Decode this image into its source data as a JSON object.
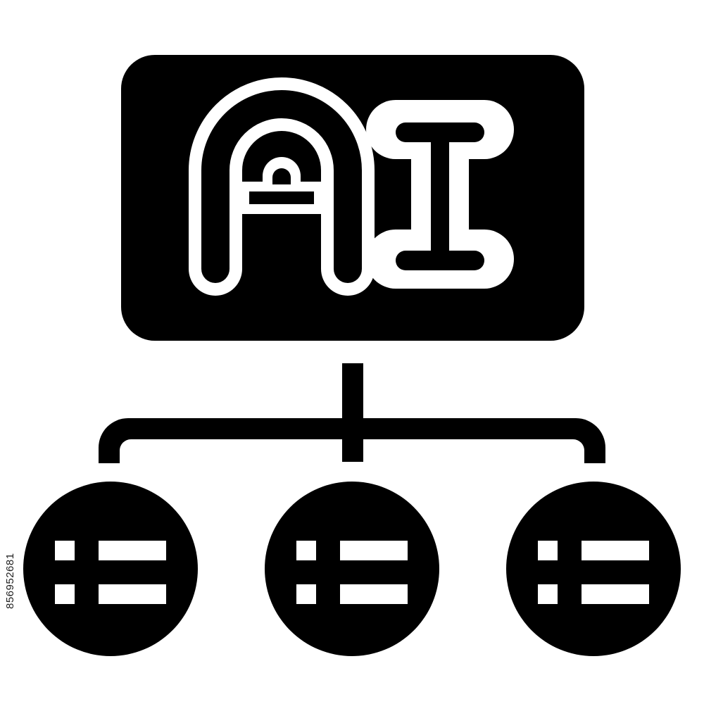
{
  "icon": {
    "name": "ai-hierarchy-glyph-icon",
    "board_text": "AI",
    "branch_count": 3,
    "list_rows_per_node": 2
  },
  "colors": {
    "ink": "#000000",
    "paper": "#ffffff"
  },
  "watermark": {
    "stock_id": "856952681"
  }
}
